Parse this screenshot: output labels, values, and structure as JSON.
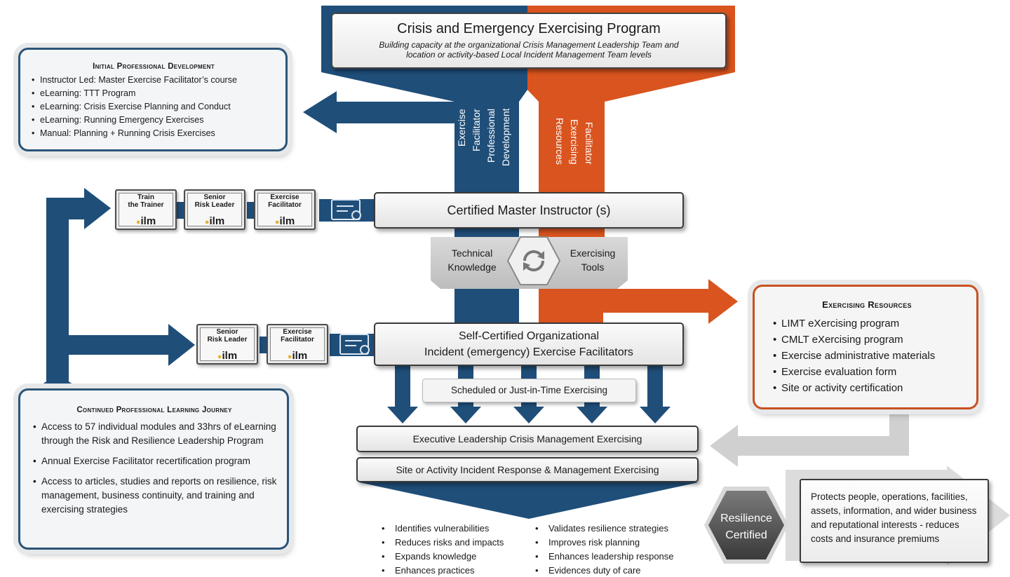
{
  "header": {
    "title": "Crisis and Emergency Exercising Program",
    "subtitle_line1": "Building capacity at the organizational Crisis Management Leadership Team and",
    "subtitle_line2": "location or activity-based Local Incident Management Team levels"
  },
  "columns": {
    "left_label": "Exercise\nFacilitator\nProfessional\nDevelopment",
    "right_label": "Facilitator\nExercising\nResources"
  },
  "initial_development": {
    "title": "Initial Professional Development",
    "items": [
      "Instructor Led: Master Exercise Facilitator’s course",
      "eLearning: TTT Program",
      "eLearning: Crisis Exercise Planning and Conduct",
      "eLearning: Running Emergency Exercises",
      "Manual: Planning + Running Crisis Exercises"
    ]
  },
  "certified_master": {
    "label": "Certified Master Instructor (s)"
  },
  "badges_top": [
    {
      "label": "Train\nthe Trainer",
      "brand": "ilm"
    },
    {
      "label": "Senior\nRisk Leader",
      "brand": "ilm"
    },
    {
      "label": "Exercise\nFacilitator",
      "brand": "ilm"
    }
  ],
  "badges_mid": [
    {
      "label": "Senior\nRisk Leader",
      "brand": "ilm"
    },
    {
      "label": "Exercise\nFacilitator",
      "brand": "ilm"
    }
  ],
  "knowledge": {
    "left": "Technical\nKnowledge",
    "right": "Exercising\nTools"
  },
  "self_certified": {
    "line1": "Self-Certified Organizational",
    "line2": "Incident (emergency) Exercise Facilitators"
  },
  "scheduled_label": "Scheduled or Just-in-Time Exercising",
  "exercise_bars": {
    "executive": "Executive Leadership Crisis Management Exercising",
    "site": "Site or Activity Incident Response & Management Exercising"
  },
  "exercising_resources": {
    "title": "Exercising Resources",
    "items": [
      "LIMT eXercising program",
      "CMLT eXercising program",
      "Exercise administrative materials",
      "Exercise evaluation form",
      "Site or activity certification"
    ]
  },
  "continued_learning": {
    "title": "Continued Professional Learning Journey",
    "items": [
      "Access to 57 individual modules and 33hrs of eLearning through the Risk and Resilience Leadership Program",
      "Annual Exercise Facilitator recertification program",
      "Access to articles, studies and reports on resilience, risk management, business continuity, and training and exercising strategies"
    ]
  },
  "benefits_left": [
    "Identifies vulnerabilities",
    "Reduces risks and impacts",
    "Expands knowledge",
    "Enhances practices"
  ],
  "benefits_right": [
    "Validates resilience strategies",
    "Improves risk planning",
    "Enhances leadership response",
    "Evidences duty of care"
  ],
  "resilience": {
    "badge": "Resilience\nCertified",
    "description": "Protects people, operations, facilities, assets, information, and wider business and reputational interests - reduces costs and insurance premiums"
  },
  "colors": {
    "navy": "#1f4e79",
    "orange": "#d9541e",
    "grey": "#c8c8c8"
  }
}
